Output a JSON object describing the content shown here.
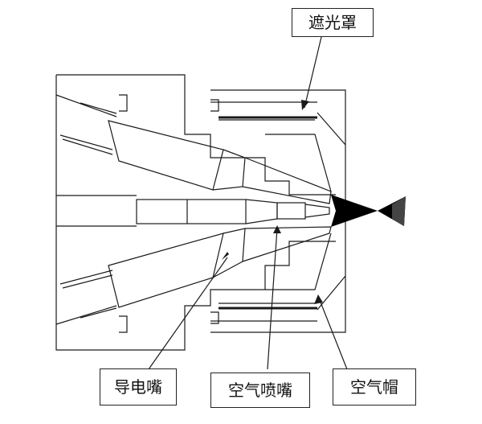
{
  "labels": {
    "light_shield": "遮光罩",
    "contact_tip": "导电嘴",
    "air_nozzle": "空气喷嘴",
    "air_cap": "空气帽"
  },
  "colors": {
    "line": "#1a1a1a",
    "spray": "#000000",
    "background": "#ffffff"
  }
}
